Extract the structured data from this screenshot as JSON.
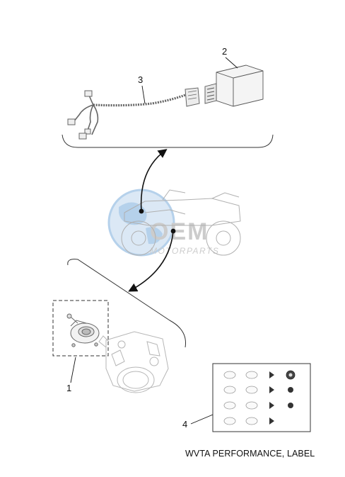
{
  "diagram": {
    "callouts": [
      {
        "id": "1",
        "label": "1"
      },
      {
        "id": "2",
        "label": "2"
      },
      {
        "id": "3",
        "label": "3"
      },
      {
        "id": "4",
        "label": "4"
      }
    ],
    "caption": "WVTA PERFORMANCE, LABEL"
  },
  "watermark": {
    "brand": "OEM",
    "sub": "MOTORPARTS"
  },
  "colors": {
    "line": "#111111",
    "part_gray": "#9a9a9a",
    "watermark_blue": "#a9c9e8",
    "watermark_gray": "#c4c4c4"
  }
}
